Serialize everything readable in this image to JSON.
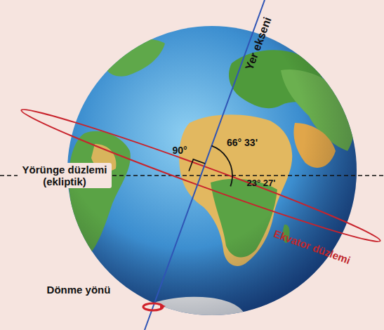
{
  "diagram": {
    "labels": [
      "Yer ekseni",
      "66° 33'",
      "90°",
      "Yörünge düzlemi (ekliptik)",
      "23° 27'",
      "Ekvator düzlemi",
      "Dönme yönü"
    ]
  }
}
